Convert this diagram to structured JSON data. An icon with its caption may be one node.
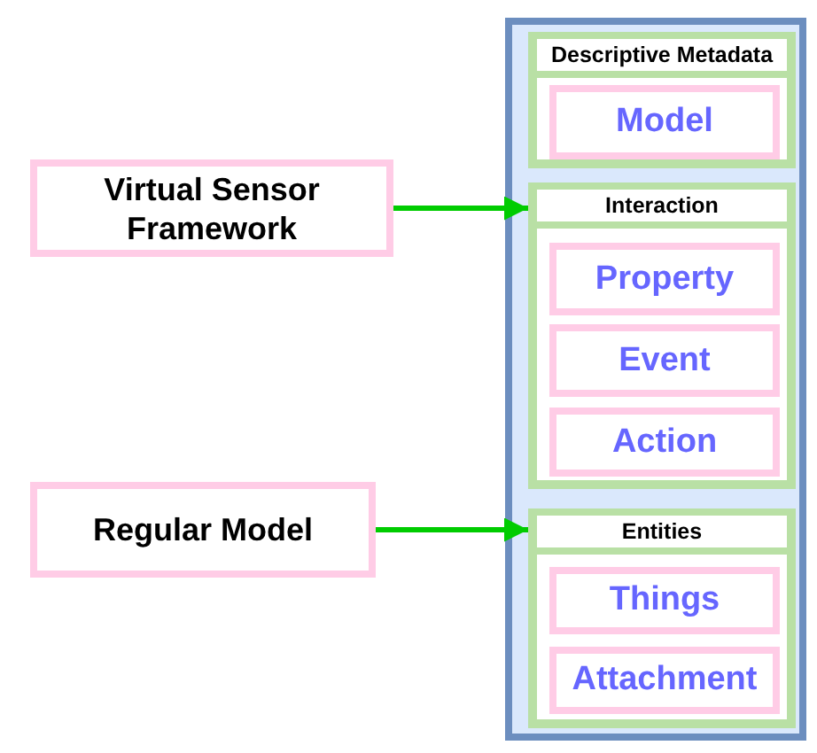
{
  "diagram": {
    "nodes": [
      {
        "text": [],
        "shape": "box"
      },
      {
        "text": [
          "Descriptive Metadata"
        ],
        "in": 0
      },
      {
        "text": [
          "Model"
        ],
        "in": 1
      },
      {
        "text": [
          "Interaction"
        ],
        "in": 0
      },
      {
        "text": [
          "Property"
        ],
        "in": 3
      },
      {
        "text": [
          "Event"
        ],
        "in": 3
      },
      {
        "text": [
          "Action"
        ],
        "in": 3
      },
      {
        "text": [
          "Entities"
        ],
        "in": 0
      },
      {
        "text": [
          "Things"
        ],
        "in": 7
      },
      {
        "text": [
          "Attachment"
        ],
        "in": 7
      },
      {
        "text": [
          "Virtual Sensor Framework"
        ]
      },
      {
        "text": [
          "Regular Model"
        ]
      }
    ],
    "edges": [
      {
        "from": 10,
        "to": 3,
        "arrow": "to"
      },
      {
        "from": 11,
        "to": 7,
        "arrow": "to"
      }
    ]
  }
}
